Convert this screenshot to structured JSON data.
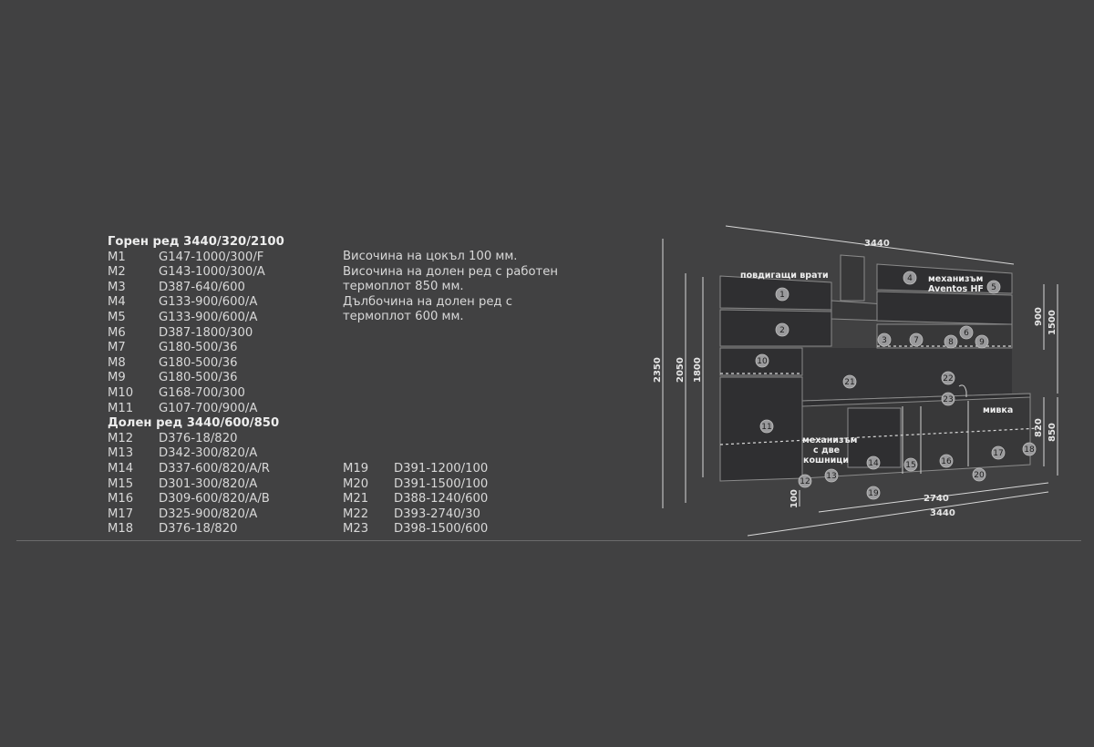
{
  "spec": {
    "upper_header": "Горен ред 3440/320/2100",
    "upper_items": [
      {
        "id": "M1",
        "code": "G147-1000/300/F"
      },
      {
        "id": "M2",
        "code": "G143-1000/300/A"
      },
      {
        "id": "M3",
        "code": "D387-640/600"
      },
      {
        "id": "M4",
        "code": "G133-900/600/A"
      },
      {
        "id": "M5",
        "code": "G133-900/600/A"
      },
      {
        "id": "M6",
        "code": "D387-1800/300"
      },
      {
        "id": "M7",
        "code": "G180-500/36"
      },
      {
        "id": "M8",
        "code": "G180-500/36"
      },
      {
        "id": "M9",
        "code": "G180-500/36"
      },
      {
        "id": "M10",
        "code": "G168-700/300"
      },
      {
        "id": "M11",
        "code": "G107-700/900/A"
      }
    ],
    "lower_header": "Долен ред 3440/600/850",
    "lower_items": [
      {
        "id": "M12",
        "code": "D376-18/820"
      },
      {
        "id": "M13",
        "code": "D342-300/820/A"
      },
      {
        "id": "M14",
        "code": "D337-600/820/A/R"
      },
      {
        "id": "M15",
        "code": "D301-300/820/A"
      },
      {
        "id": "M16",
        "code": "D309-600/820/A/B"
      },
      {
        "id": "M17",
        "code": "D325-900/820/A"
      },
      {
        "id": "M18",
        "code": "D376-18/820"
      }
    ],
    "extra_items": [
      {
        "id": "M19",
        "code": "D391-1200/100"
      },
      {
        "id": "M20",
        "code": "D391-1500/100"
      },
      {
        "id": "M21",
        "code": "D388-1240/600"
      },
      {
        "id": "M22",
        "code": "D393-2740/30"
      },
      {
        "id": "M23",
        "code": "D398-1500/600"
      }
    ],
    "notes": [
      "Височина на цокъл 100 мм.",
      "Височина на долен ред с работен",
      "термоплот 850 мм.",
      "Дълбочина на долен ред с",
      "термоплот 600 мм."
    ]
  },
  "drawing": {
    "dim_top": "3440",
    "dim_left_1": "2350",
    "dim_left_2": "2050",
    "dim_left_3": "1800",
    "dim_right_1": "900",
    "dim_right_2": "1500",
    "dim_right_3": "820",
    "dim_right_4": "850",
    "dim_plinth": "100",
    "dim_bottom_1": "2740",
    "dim_bottom_2": "3440",
    "label_lift": "повдигащи врати",
    "label_mech_1": "механизъм",
    "label_mech_2": "Aventos HF",
    "label_sink": "мивка",
    "label_basket_1": "механизъм",
    "label_basket_2": "с две",
    "label_basket_3": "кошници",
    "badges": [
      "1",
      "2",
      "3",
      "4",
      "5",
      "6",
      "7",
      "8",
      "9",
      "10",
      "11",
      "12",
      "13",
      "14",
      "15",
      "16",
      "17",
      "18",
      "19",
      "20",
      "21",
      "22",
      "23"
    ]
  }
}
